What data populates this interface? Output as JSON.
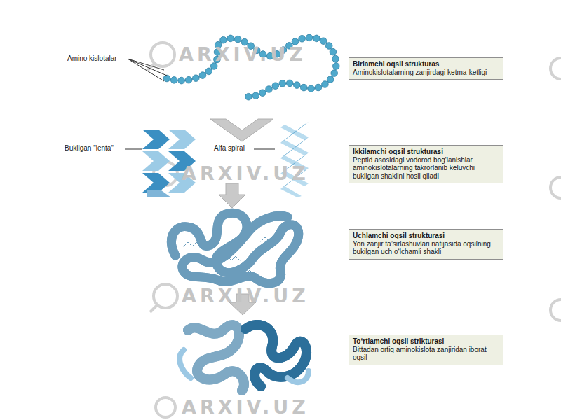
{
  "diagram": {
    "nodes": [
      {
        "text": [
          "Birlamchi oqsil strukturas",
          "Aminokislotalarning zanjirdagi ketma-ketligi"
        ]
      },
      {
        "text": [
          "Ikkilamchi oqsil strukturasi",
          "Peptid asosidagi vodorod bog'lanishlar aminokislotalarning takrorlanib keluvchi bukilgan shaklini hosil qiladi"
        ]
      },
      {
        "text": [
          "Uchlamchi oqsil strukturasi",
          "Yon zanjir ta’sirlashuvlari natijasida oqsilning bukilgan uch o‘lchamli shakli"
        ]
      },
      {
        "text": [
          "To‘rtlamchi oqsil strikturasi",
          "Bittadan ortiq aminokislota zanjiridan iborat oqsil"
        ]
      }
    ],
    "labels": [
      "Amino kislotalar",
      "Bukilgan \"lenta\"",
      "Alfa spiral",
      "ARXIV.UZ",
      "ARXIV.UZ",
      "ARXIV.UZ",
      "ARXIV.UZ"
    ]
  }
}
